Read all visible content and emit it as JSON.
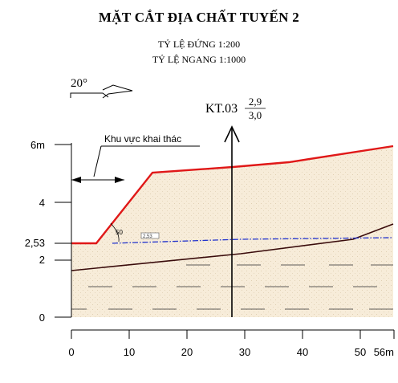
{
  "header": {
    "title": "MẶT CẮT ĐỊA CHẤT TUYẾN 2",
    "scale_vertical": "TỶ LỆ ĐỨNG 1:200",
    "scale_horizontal": "TỶ LỆ NGANG 1:1000"
  },
  "north_arrow": {
    "label": "20°"
  },
  "borehole": {
    "name": "KT.03",
    "numerator": "2,9",
    "denominator": "3,0"
  },
  "annotations": {
    "mining_area": "Khu vực khai thác",
    "slope_angle": "50",
    "water_level_mark": "2,53"
  },
  "axes": {
    "y_ticks": [
      "6m",
      "4",
      "2,53",
      "2",
      "0"
    ],
    "x_ticks": [
      "0",
      "10",
      "20",
      "30",
      "40",
      "50",
      "56m"
    ]
  },
  "colors": {
    "surface_line": "#e01818",
    "water_table": "#2233cc",
    "soil_fill": "#f7ecd9",
    "layer_boundary": "#3a0c0c"
  }
}
